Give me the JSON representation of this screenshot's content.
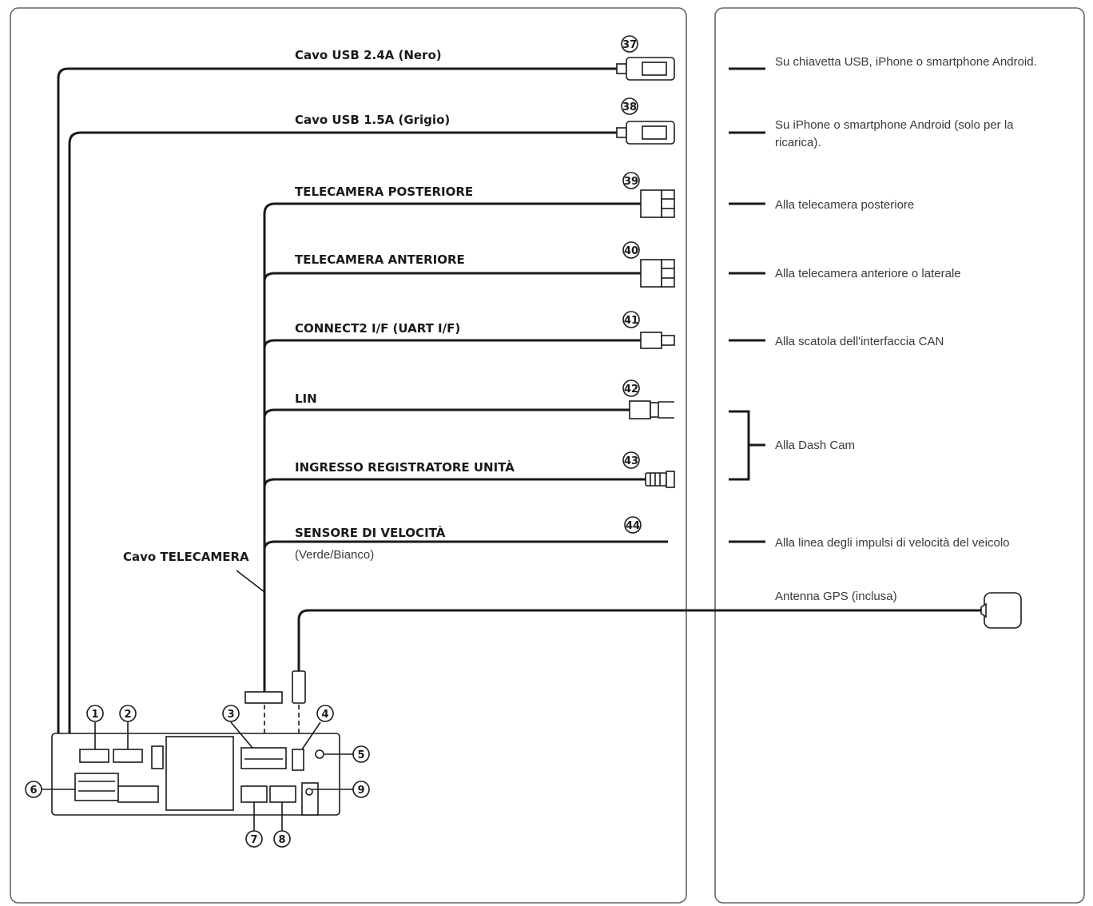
{
  "cables": [
    {
      "id": "usb24",
      "label": "Cavo USB 2.4A (Nero)",
      "number": "37",
      "description": [
        "Su chiavetta USB, iPhone o smartphone Android."
      ]
    },
    {
      "id": "usb15",
      "label": "Cavo USB 1.5A (Grigio)",
      "number": "38",
      "description": [
        "Su iPhone o smartphone Android (solo per la",
        "ricarica)."
      ]
    },
    {
      "id": "rear-cam",
      "label": "TELECAMERA POSTERIORE",
      "number": "39",
      "description": [
        "Alla telecamera posteriore"
      ]
    },
    {
      "id": "front-cam",
      "label": "TELECAMERA ANTERIORE",
      "number": "40",
      "description": [
        "Alla telecamera anteriore o laterale"
      ]
    },
    {
      "id": "connect2",
      "label": "CONNECT2 I/F (UART I/F)",
      "number": "41",
      "description": [
        "Alla scatola dell'interfaccia CAN"
      ]
    },
    {
      "id": "lin",
      "label": "LIN",
      "number": "42"
    },
    {
      "id": "recorder",
      "label": "INGRESSO REGISTRATORE UNITÀ",
      "number": "43"
    },
    {
      "id": "speed",
      "label": "SENSORE DI VELOCITÀ",
      "sublabel": "(Verde/Bianco)",
      "number": "44",
      "description": [
        "Alla linea degli impulsi di velocità del veicolo"
      ]
    }
  ],
  "dashcam_label": "Alla Dash Cam",
  "camera_cable_label": "Cavo TELECAMERA",
  "gps_label": "Antenna GPS (inclusa)",
  "unit_numbers": [
    "1",
    "2",
    "3",
    "4",
    "5",
    "6",
    "7",
    "8",
    "9"
  ]
}
